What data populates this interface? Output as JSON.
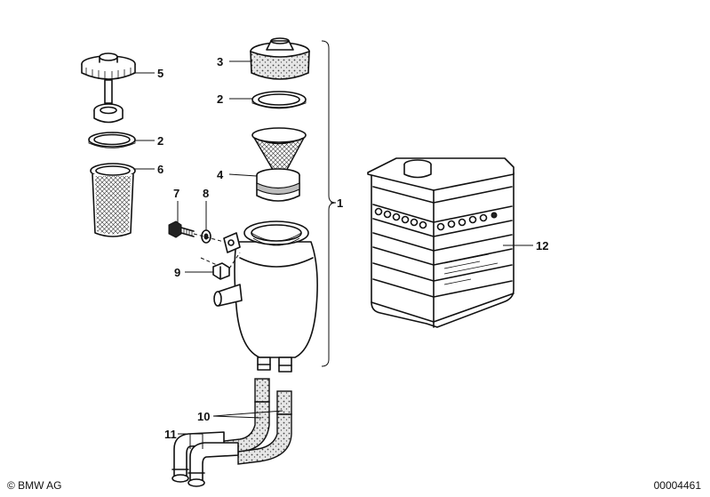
{
  "callouts": {
    "c1": "1",
    "c2a": "2",
    "c2b": "2",
    "c3": "3",
    "c4": "4",
    "c5": "5",
    "c6": "6",
    "c7": "7",
    "c8": "8",
    "c9": "9",
    "c10": "10",
    "c11": "11",
    "c12": "12"
  },
  "footer": {
    "copyright": "© BMW AG",
    "diagram_id": "00004461"
  }
}
